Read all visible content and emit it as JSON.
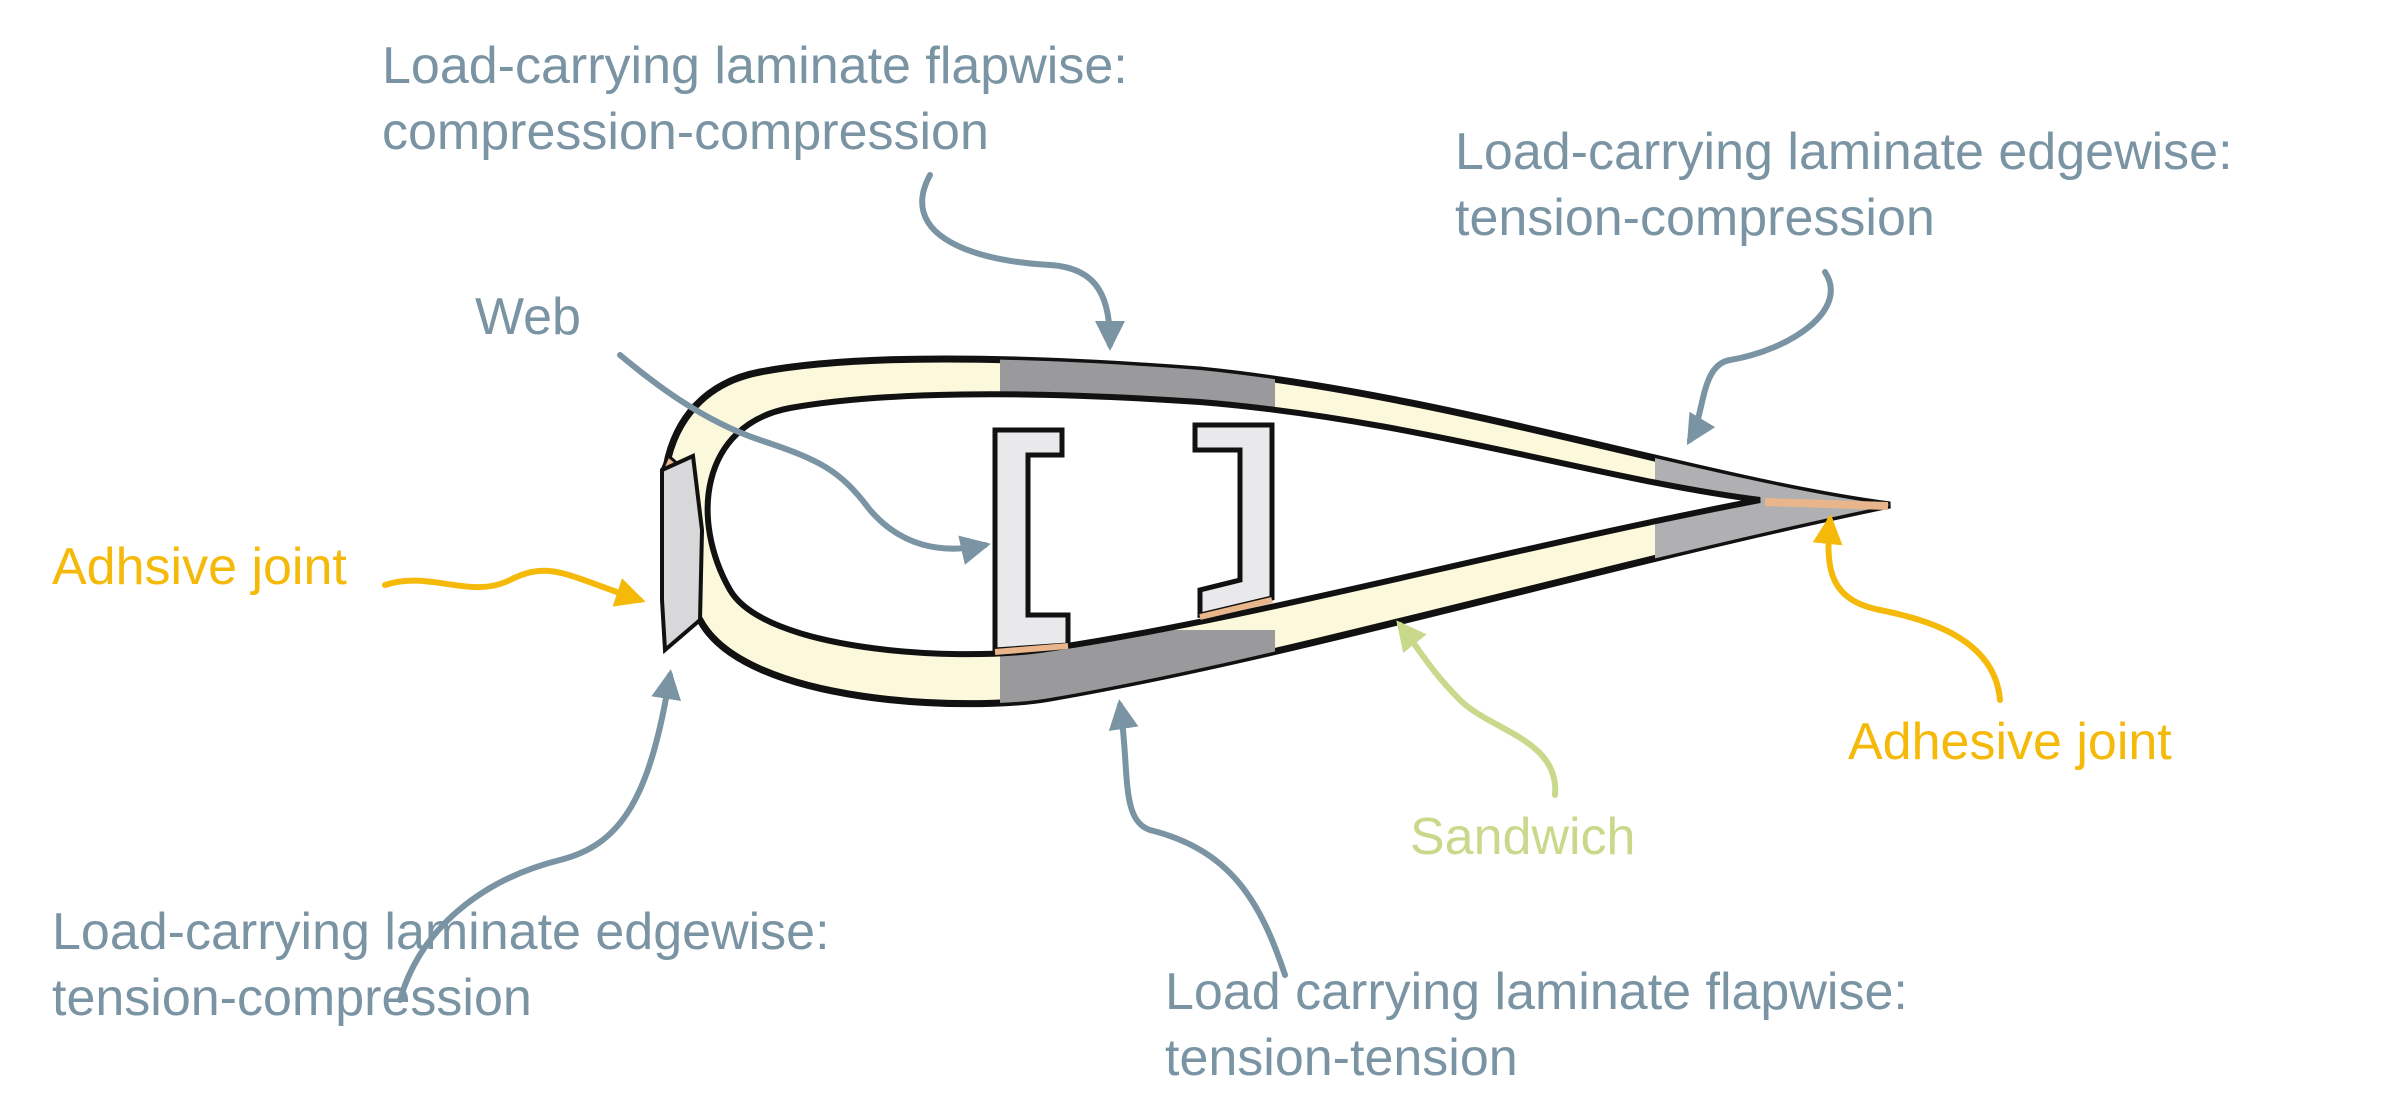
{
  "labels": {
    "flap_comp_line1": "Load-carrying laminate flapwise:",
    "flap_comp_line2": "compression-compression",
    "edge_trail_line1": "Load-carrying laminate edgewise:",
    "edge_trail_line2": "tension-compression",
    "web": "Web",
    "adhsive_joint": "Adhsive joint",
    "adhesive_joint": "Adhesive joint",
    "sandwich": "Sandwich",
    "edge_lead_line1": "Load-carrying laminate edgewise:",
    "edge_lead_line2": "tension-compression",
    "flap_tens_line1": "Load carrying laminate flapwise:",
    "flap_tens_line2": "tension-tension"
  },
  "colors": {
    "label_blue": "#7a94a4",
    "label_yellow": "#f5b90a",
    "label_green": "#c8d98c",
    "skin_sandwich": "#fbf8dc",
    "laminate_gray": "#9a9a9c",
    "web_fill": "#e9e9eb",
    "adhesive": "#e8b68a",
    "outline": "#111111"
  }
}
